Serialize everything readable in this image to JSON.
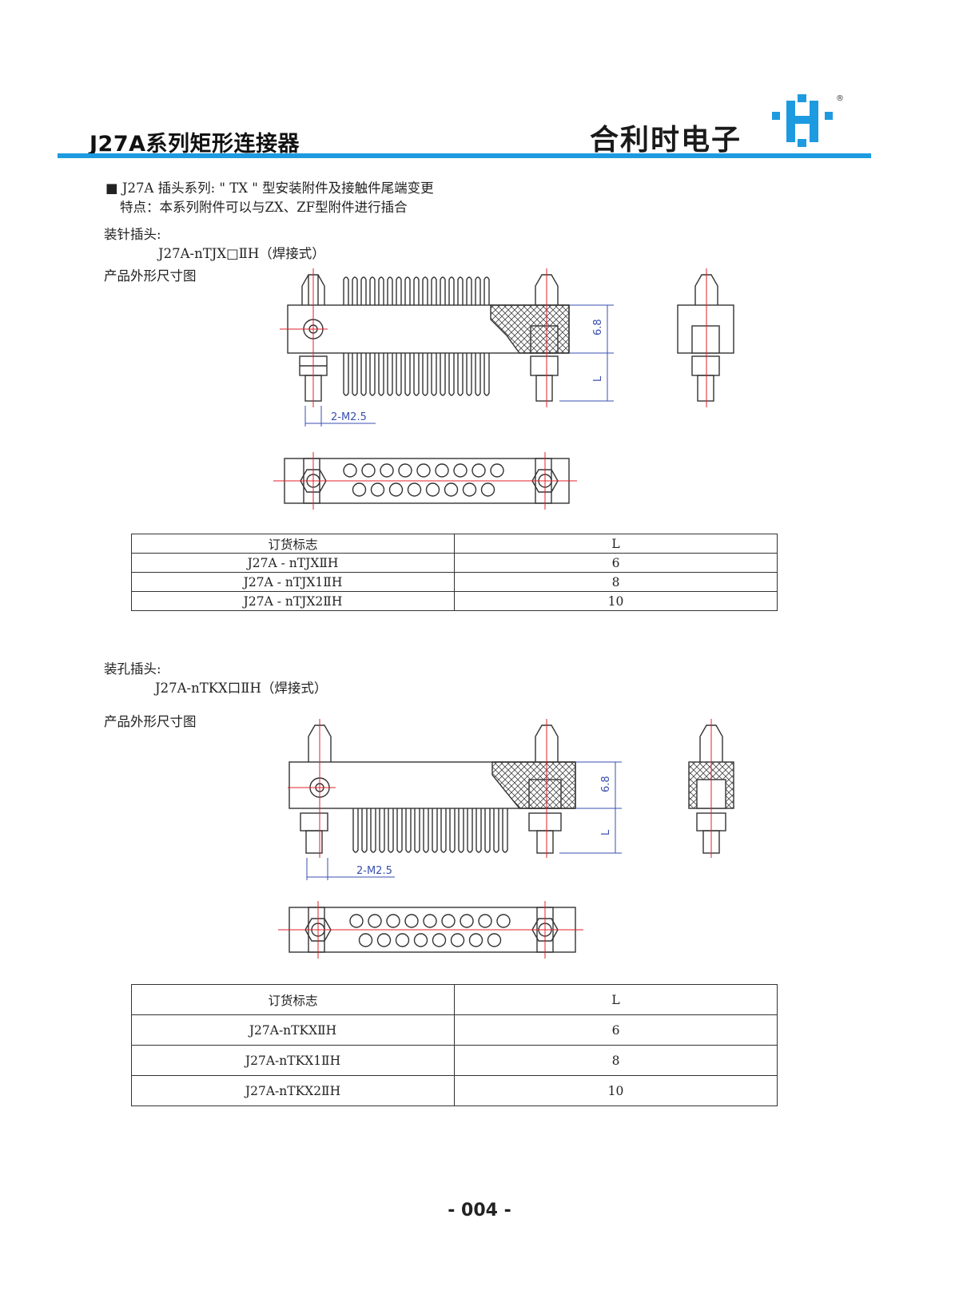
{
  "header": {
    "series_title": "J27A系列矩形连接器",
    "brand_name": "合利时电子",
    "logo": {
      "icon": "H-logo-icon",
      "registered": "®",
      "colors": {
        "blue": "#1e9be0",
        "rule": "#1e9be0"
      }
    }
  },
  "intro": {
    "bullet": "■",
    "line1": " J27A 插头系列: \" TX \" 型安装附件及接触件尾端变更",
    "line2": "特点：本系列附件可以与ZX、ZF型附件进行插合"
  },
  "section1": {
    "label": "装针插头:",
    "model": "J27A-nTJX□ⅡH（焊接式）",
    "drawing_label": "产品外形尺寸图",
    "dims": {
      "height": "6.8",
      "length": "L",
      "thread": "2-M2.5"
    },
    "table": {
      "headers": [
        "订货标志",
        "L"
      ],
      "rows": [
        [
          "J27A - nTJXⅡH",
          "6"
        ],
        [
          "J27A - nTJX1ⅡH",
          "8"
        ],
        [
          "J27A - nTJX2ⅡH",
          "10"
        ]
      ]
    }
  },
  "section2": {
    "label": "装孔插头:",
    "model": "J27A-nTKX口ⅡH（焊接式）",
    "drawing_label": "产品外形尺寸图",
    "dims": {
      "height": "6.8",
      "length": "L",
      "thread": "2-M2.5"
    },
    "table": {
      "headers": [
        "订货标志",
        "L"
      ],
      "rows": [
        [
          "J27A-nTKXⅡH",
          "6"
        ],
        [
          "J27A-nTKX1ⅡH",
          "8"
        ],
        [
          "J27A-nTKX2ⅡH",
          "10"
        ]
      ]
    }
  },
  "footer": {
    "page_number": "- 004 -"
  },
  "drawing_colors": {
    "line": "#333333",
    "centerline": "#e0202a",
    "dimension": "#3a4fb0"
  }
}
